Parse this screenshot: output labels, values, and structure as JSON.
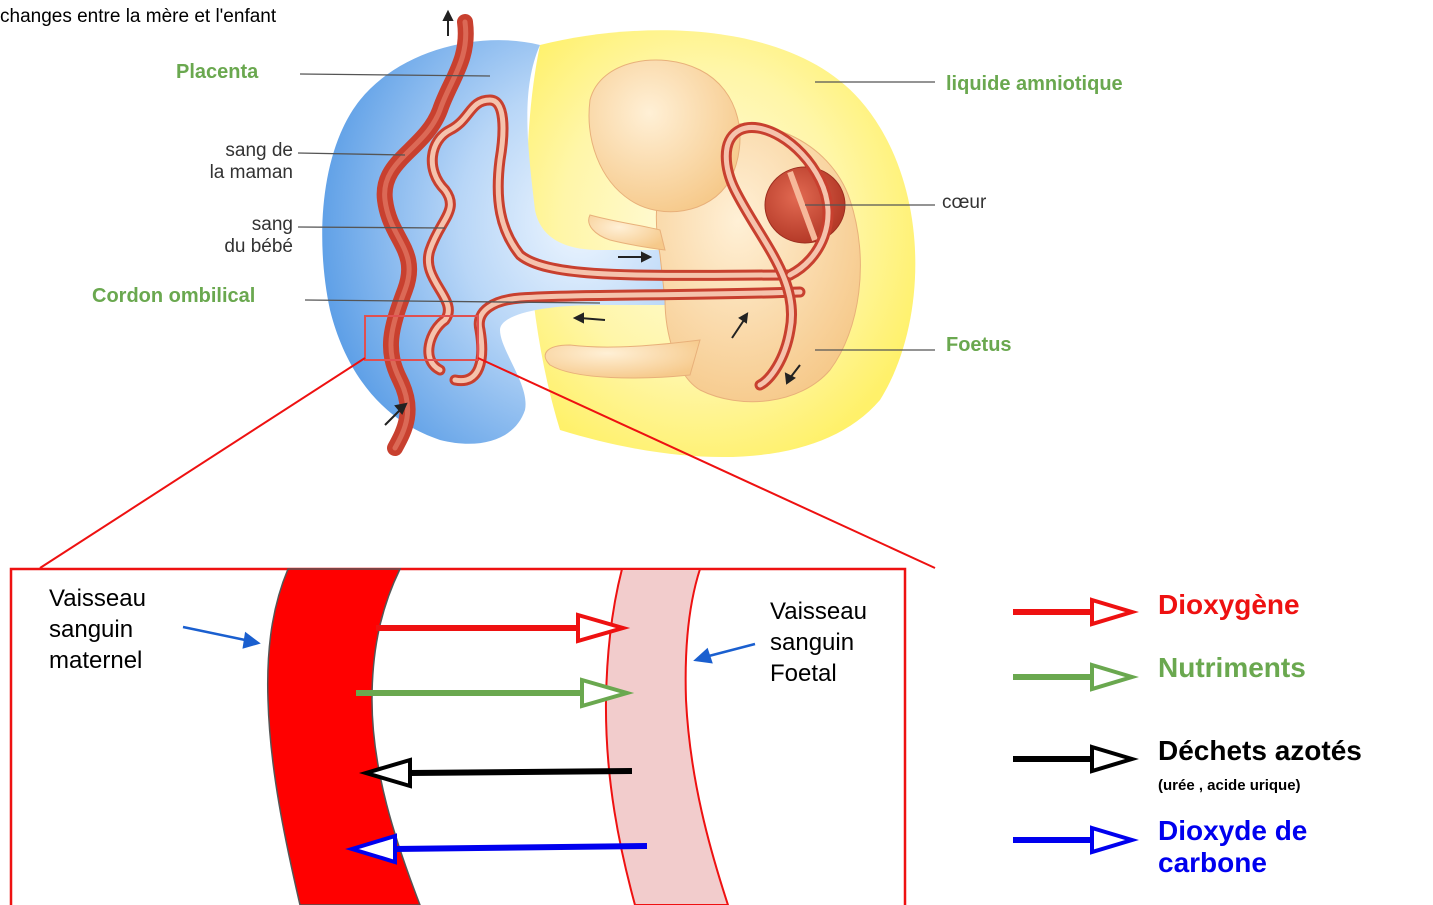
{
  "caption": "changes entre la mère et l'enfant",
  "labels": {
    "placenta": "Placenta",
    "maternal_blood": [
      "sang de",
      "la maman"
    ],
    "baby_blood": [
      "sang",
      "du bébé"
    ],
    "umbilical_cord": "Cordon ombilical",
    "amniotic_fluid": "liquide amniotique",
    "heart": "cœur",
    "fetus": "Foetus"
  },
  "zoom": {
    "maternal_vessel": [
      "Vaisseau",
      "sanguin",
      "maternel"
    ],
    "fetal_vessel": [
      "Vaisseau",
      "sanguin",
      "Foetal"
    ]
  },
  "legend": [
    {
      "label": "Dioxygène",
      "color": "#ee1111"
    },
    {
      "label": "Nutriments",
      "color": "#6aa84f"
    },
    {
      "label": "Déchets azotés",
      "sub": "(urée , acide urique)",
      "color": "#000000"
    },
    {
      "label": "Dioxyde de carbone",
      "lines": [
        "Dioxyde de",
        "carbone"
      ],
      "color": "#0000ee"
    }
  ],
  "colors": {
    "placenta_blue": "#5a9de6",
    "amniotic_yellow": "#fff16a",
    "fetus_skin": "#fbd7a3",
    "artery_red": "#c8402f",
    "zoom_frame_red": "#ee1111",
    "maternal_vessel": "#ff0000",
    "fetal_vessel": "#f2cccc"
  }
}
